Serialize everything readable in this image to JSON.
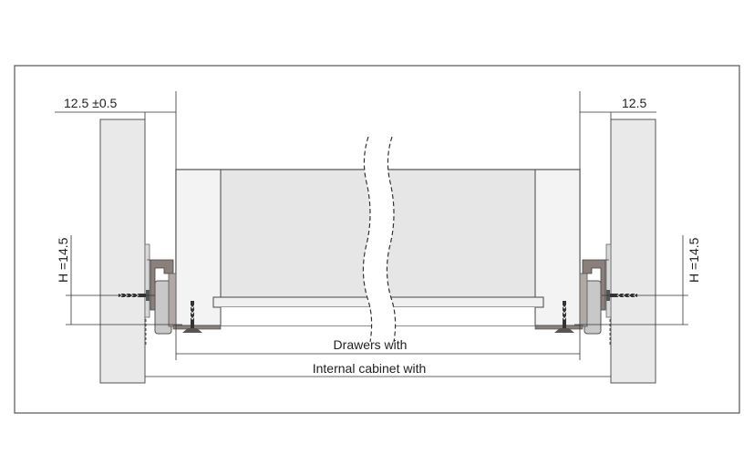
{
  "labels": {
    "left_gap": "12.5 ±0.5",
    "right_gap": "12.5",
    "left_height": "H =14.5",
    "right_height": "H =14.5",
    "drawer_width": "Drawers with",
    "cabinet_width": "Internal cabinet with"
  },
  "colors": {
    "frame_stroke": "#555555",
    "panel_fill": "#e9e9e9",
    "drawer_inner_fill": "#e6e6e6",
    "bracket_fill": "#8a7f7a",
    "wheel_fill": "#c8c8c8",
    "line": "#333333"
  }
}
